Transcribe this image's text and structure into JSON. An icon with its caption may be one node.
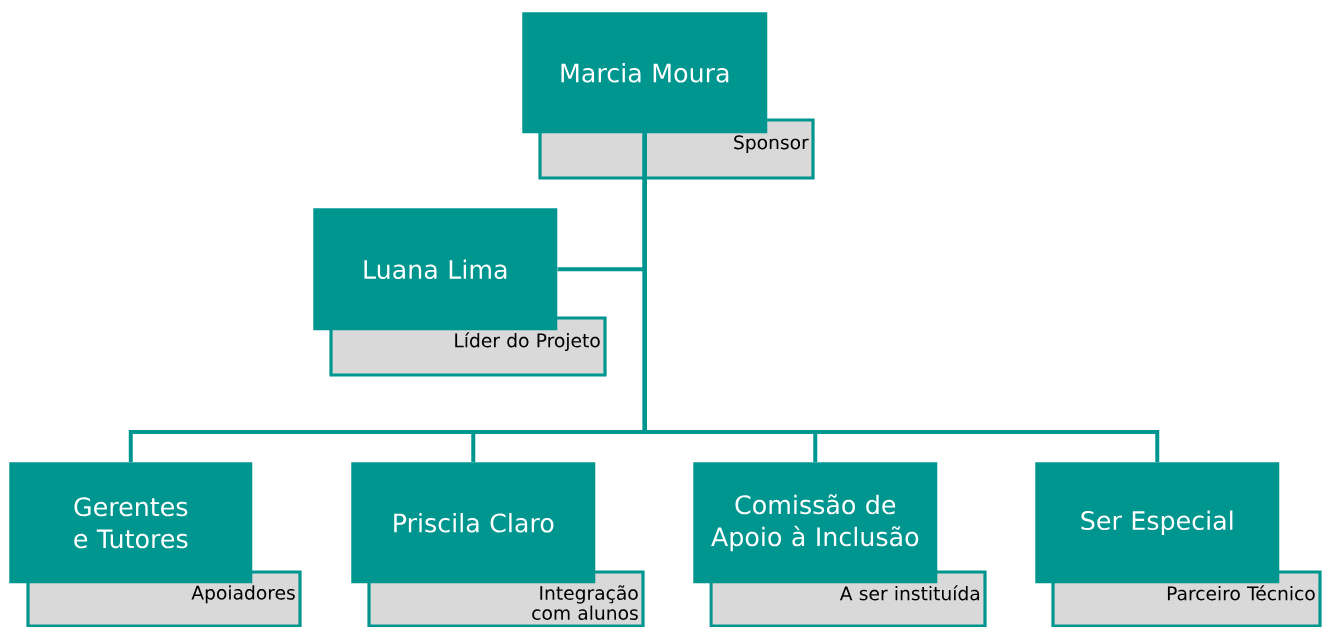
{
  "diagram": {
    "nodes": [
      {
        "text": [
          "Marcia Moura",
          "Sponsor"
        ]
      },
      {
        "text": [
          "Luana Lima",
          "Líder do Projeto"
        ]
      },
      {
        "text": [
          "Gerentes e Tutores",
          "Apoiadores"
        ]
      },
      {
        "text": [
          "Priscila Claro",
          "Integração com alunos"
        ]
      },
      {
        "text": [
          "Comissão de Apoio à Inclusão",
          "A ser instituída"
        ]
      },
      {
        "text": [
          "Ser Especial",
          "Parceiro Técnico"
        ]
      }
    ],
    "edges": [
      {
        "from": 0,
        "to": 1,
        "arrow": "none"
      },
      {
        "from": 0,
        "to": 2,
        "arrow": "none"
      },
      {
        "from": 0,
        "to": 3,
        "arrow": "none"
      },
      {
        "from": 0,
        "to": 4,
        "arrow": "none"
      },
      {
        "from": 0,
        "to": 5,
        "arrow": "none"
      }
    ]
  }
}
